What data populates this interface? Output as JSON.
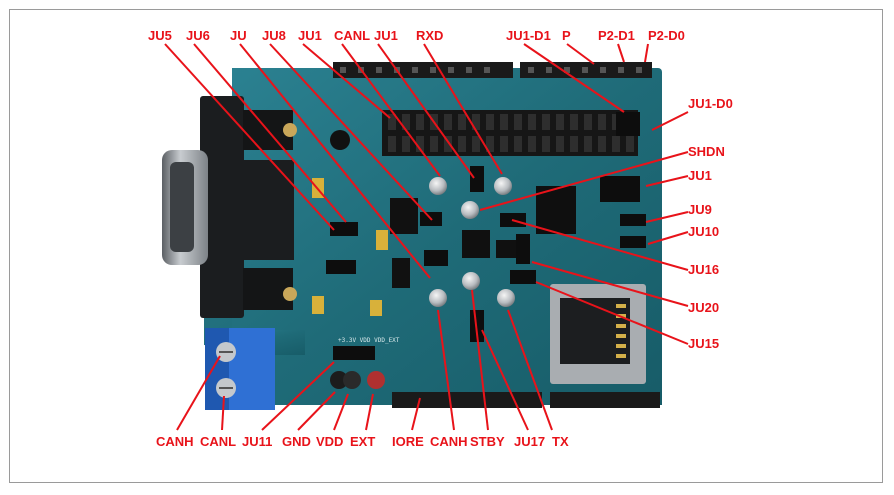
{
  "labels": {
    "top": [
      "JU5",
      "JU6",
      "JU",
      "JU8",
      "JU1",
      "CANL",
      "JU1",
      "RXD",
      "JU1-D1",
      "P",
      "P2-D1",
      "P2-D0"
    ],
    "right": [
      "JU1-D0",
      "SHDN",
      "JU1",
      "JU9",
      "JU10",
      "JU16",
      "JU20",
      "JU15"
    ],
    "bottom": [
      "CANH",
      "CANL",
      "JU11",
      "GND",
      "VDD",
      "EXT",
      "IORE",
      "CANH",
      "STBY",
      "JU17",
      "TX"
    ]
  },
  "colors": {
    "label": "#e8131a",
    "board": "#1f6f7c",
    "header": "#1a1a1a",
    "connector": "#2a6fd6"
  }
}
